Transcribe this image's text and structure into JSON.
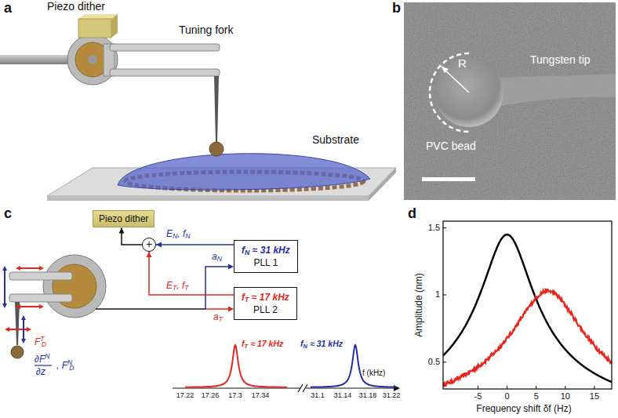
{
  "diagram": {
    "nodes": [
      {
        "text": [
          "Piezo dither"
        ]
      },
      {
        "text": [
          "+"
        ]
      },
      {
        "text": [
          "f",
          "N",
          "≈ 31 kHz",
          "PLL 1"
        ]
      },
      {
        "text": [
          "f",
          "T",
          "≈ 17 kHz",
          "PLL 2"
        ]
      }
    ],
    "edges": [
      {
        "from": 2,
        "to": 1,
        "arrow": "to"
      },
      {
        "from": 3,
        "to": 1,
        "arrow": "to"
      },
      {
        "from": 1,
        "to": 0,
        "arrow": "to"
      }
    ],
    "labels": [
      "a",
      "Piezo dither",
      "Tuning fork",
      "Substrate",
      "b",
      "R",
      "PVC bead",
      "Tungsten tip",
      "c",
      "E",
      "N",
      ", f",
      "N",
      "a",
      "N",
      "E",
      "T",
      ", f",
      "T",
      "a",
      "T",
      "F",
      "T",
      "D",
      "∂F",
      "N",
      "∂z",
      ", F",
      "N",
      "D",
      "f",
      "T",
      "≈ 17 kHz",
      "f",
      "N",
      "≈ 31 kHz",
      "f (kHz)",
      "17.22",
      "17.26",
      "17.3",
      "17.34",
      "31.1",
      "31.14",
      "31.18",
      "31.22",
      "d",
      "1.5",
      "1",
      "0.5",
      "-5",
      "0",
      "5",
      "10",
      "15",
      "Amplitude (nm)",
      "Frequency shift δf (Hz)"
    ]
  }
}
